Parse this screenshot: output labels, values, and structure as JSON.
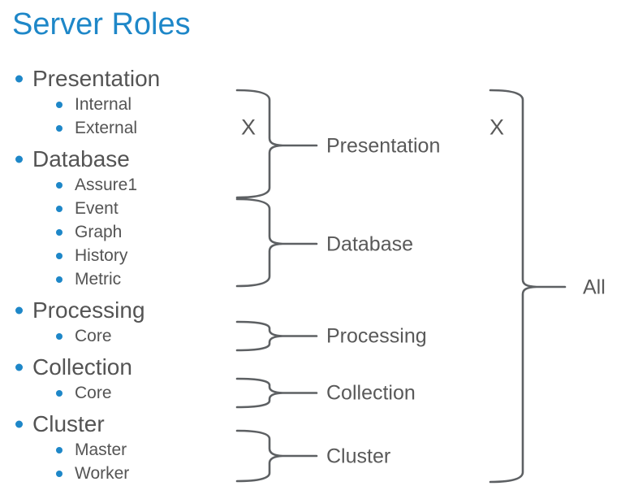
{
  "slide": {
    "title": "Server Roles"
  },
  "list": {
    "groups": [
      {
        "label": "Presentation",
        "children": [
          "Internal",
          "External"
        ]
      },
      {
        "label": "Database",
        "children": [
          "Assure1",
          "Event",
          "Graph",
          "History",
          "Metric"
        ]
      },
      {
        "label": "Processing",
        "children": [
          "Core"
        ]
      },
      {
        "label": "Collection",
        "children": [
          "Core"
        ]
      },
      {
        "label": "Cluster",
        "children": [
          "Master",
          "Worker"
        ]
      }
    ]
  },
  "annotations": {
    "group_braces": [
      {
        "label": "Presentation"
      },
      {
        "label": "Database"
      },
      {
        "label": "Processing"
      },
      {
        "label": "Collection"
      },
      {
        "label": "Cluster"
      }
    ],
    "all_brace": {
      "label": "All"
    },
    "x_marks": [
      "X",
      "X"
    ]
  },
  "colors": {
    "title_blue": "#1e87c8",
    "bullet_blue": "#1e87c8",
    "text_gray": "#545454",
    "label_gray": "#595959",
    "line_gray": "#5d6063"
  }
}
